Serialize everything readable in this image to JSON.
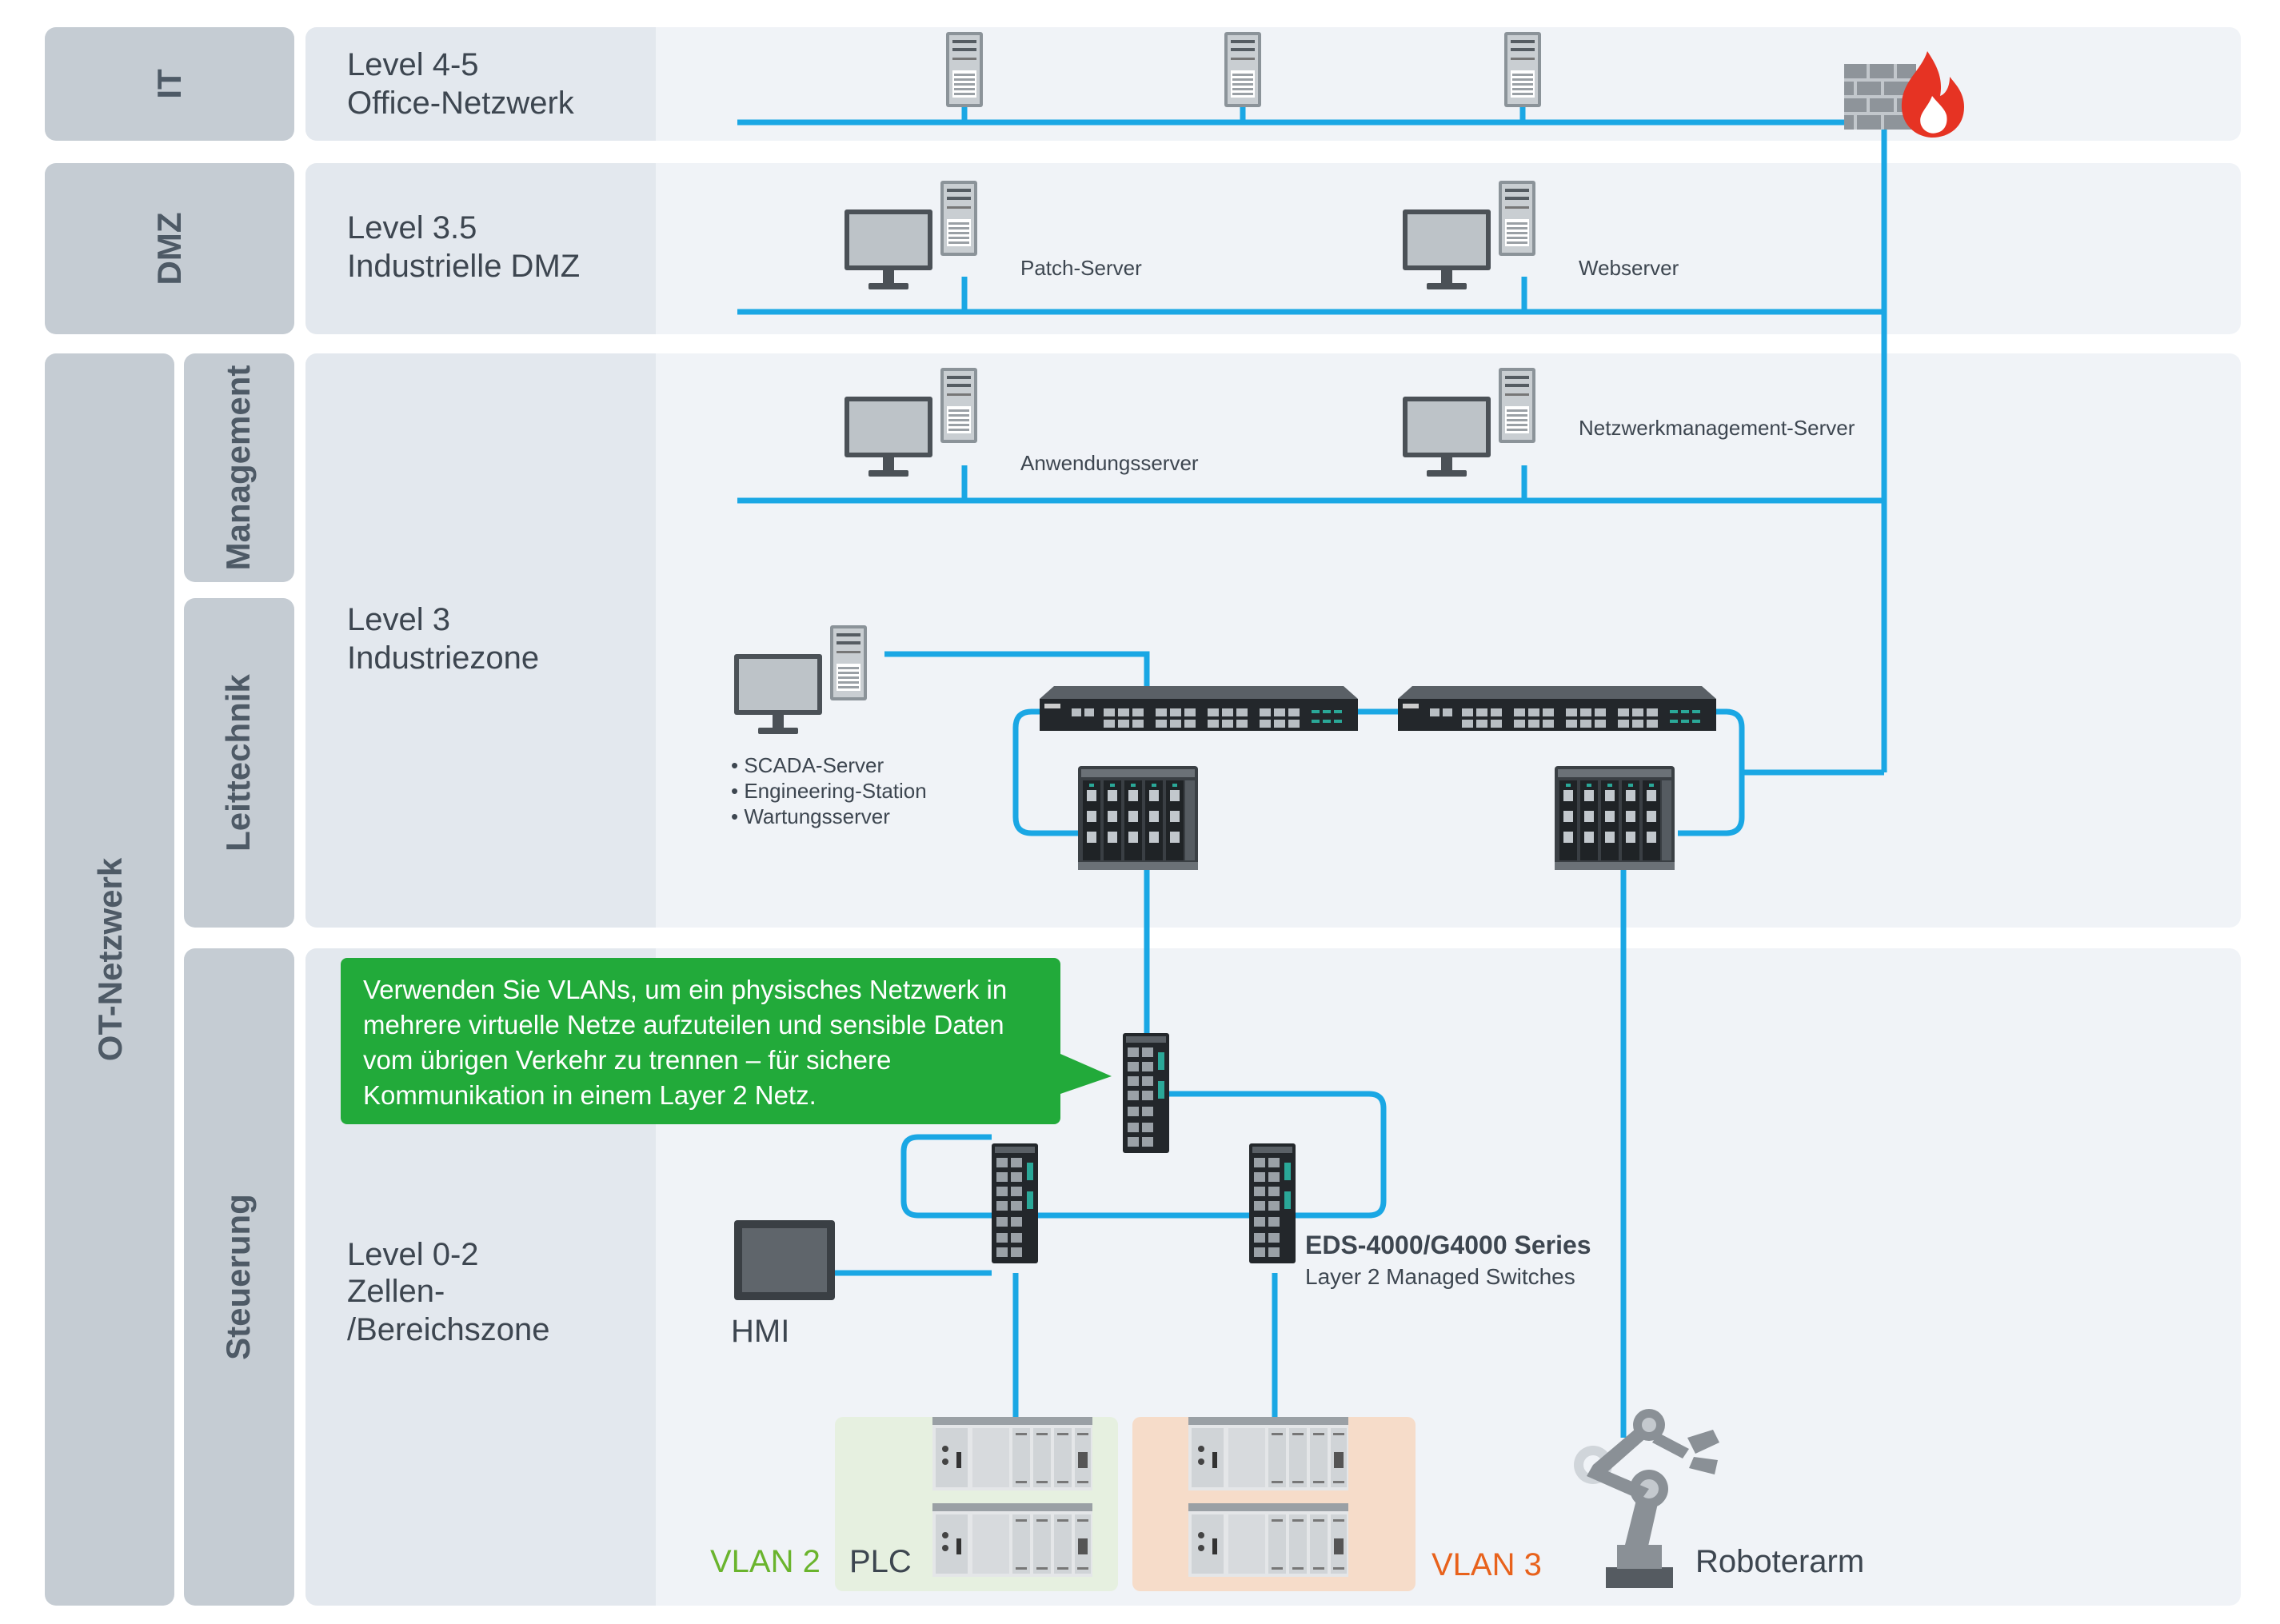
{
  "zones": {
    "it": "IT",
    "dmz": "DMZ",
    "ot": "OT-Netzwerk",
    "management": "Management",
    "leittechnik": "Leittechnik",
    "steuerung": "Steuerung"
  },
  "levels": {
    "l45": [
      "Level 4-5",
      "Office-Netzwerk"
    ],
    "l35": [
      "Level 3.5",
      "Industrielle DMZ"
    ],
    "l3": [
      "Level 3",
      "Industriezone"
    ],
    "l02": [
      "Level 0-2",
      "Zellen-",
      "/Bereichszone"
    ]
  },
  "servers": {
    "patch": "Patch-Server",
    "web": "Webserver",
    "app": "Anwendungsserver",
    "nms": "Netzwerkmanagement-Server"
  },
  "scada_list": [
    "• SCADA-Server",
    "• Engineering-Station",
    "• Wartungsserver"
  ],
  "callout": "Verwenden Sie VLANs, um ein physisches Netzwerk in mehrere virtuelle Netze aufzuteilen und sensible Daten vom übrigen Verkehr zu trennen – für sichere Kommunikation in einem Layer 2 Netz.",
  "switch_series": {
    "name": "EDS-4000/G4000 Series",
    "desc": "Layer 2 Managed Switches"
  },
  "devices": {
    "hmi": "HMI",
    "plc": "PLC",
    "robot": "Roboterarm",
    "vlan2": "VLAN 2",
    "vlan3": "VLAN 3"
  },
  "colors": {
    "network_line": "#1aa7e4",
    "callout_green": "#22aa3a",
    "vlan2_green": "#6ab42d",
    "vlan3_orange": "#e8621c",
    "vlan2_bg": "#e6f0e0",
    "vlan3_bg": "#f6dcc9",
    "firewall_red": "#e63323",
    "tab_gray": "#c5ccd3",
    "panel_light": "#f0f3f7",
    "label_panel": "#e3e8ee"
  }
}
